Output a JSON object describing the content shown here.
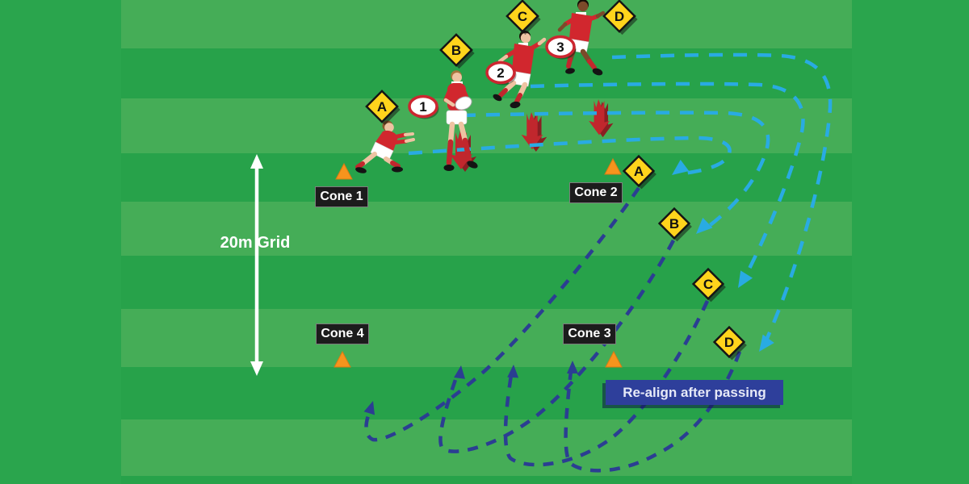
{
  "field": {
    "grid_label": "20m Grid"
  },
  "labels": {
    "realign": "Re-align after passing"
  },
  "cones": [
    {
      "label": "Cone 1"
    },
    {
      "label": "Cone 2"
    },
    {
      "label": "Cone 3"
    },
    {
      "label": "Cone 4"
    }
  ],
  "start_badges": [
    "A",
    "B",
    "C",
    "D"
  ],
  "realign_badges": [
    "A",
    "B",
    "C",
    "D"
  ],
  "pass_numbers": [
    "1",
    "2",
    "3"
  ],
  "colors": {
    "field_outer": "#2aa54d",
    "field_dark": "#27a24a",
    "field_light": "#45ad57",
    "pass_path": "#29abe2",
    "realign_path": "#2b3e92",
    "cone": "#f7941d",
    "badge_yellow": "#ffd41c",
    "arrow_red": "#c1272d",
    "jersey_red": "#d1272e",
    "label_bg": "#1c1c1c",
    "realign_bg": "#2e3f9b"
  }
}
